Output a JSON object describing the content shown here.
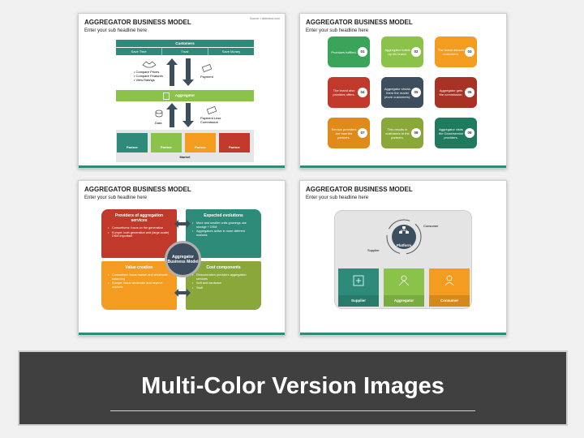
{
  "colors": {
    "teal": "#2e8b7a",
    "green": "#8bc34a",
    "orange": "#f39c1f",
    "red": "#c0392b",
    "navy": "#3d4e5e",
    "olive": "#8aa83a",
    "banner_bg": "#404040"
  },
  "slides": {
    "slide1": {
      "title": "AGGREGATOR BUSINESS MODEL",
      "subtitle": "Enter your sub headline here",
      "source": "Source: i slidesbox.com",
      "customers": "Customers",
      "cust_items": [
        "Save Time",
        "Trust",
        "Save Money"
      ],
      "left_notes": [
        "• Compare Prices",
        "• Compare Features",
        "• View Ratings"
      ],
      "payment": "Payment",
      "aggregator": "Aggregator",
      "data": "Data",
      "payment_less": "Payment Less",
      "commission": "Commission",
      "partners": [
        "Partner",
        "Partner",
        "Partner",
        "Partner"
      ],
      "market": "Market"
    },
    "slide2": {
      "title": "AGGREGATOR BUSINESS MODEL",
      "subtitle": "Enter your sub headline here",
      "tiles": [
        {
          "text": "Promises fulfilled.",
          "num": "01"
        },
        {
          "text": "Aggregator builds up his brand.",
          "num": "02"
        },
        {
          "text": "The brand attracts customers.",
          "num": "03"
        },
        {
          "text": "The brand also provides offers.",
          "num": "04"
        },
        {
          "text": "Aggregator shows them the model (more customers).",
          "num": "05"
        },
        {
          "text": "Aggregator gets the commission.",
          "num": "06"
        },
        {
          "text": "Service providers are now the partners.",
          "num": "07"
        },
        {
          "text": "This results in customers to the partners.",
          "num": "08"
        },
        {
          "text": "Aggregator visits the Good/service providers.",
          "num": "09"
        }
      ]
    },
    "slide3": {
      "title": "AGGREGATOR BUSINESS MODEL",
      "subtitle": "Enter your sub headline here",
      "center": "Aggregator Business Model",
      "quads": [
        {
          "head": "Providers of aggregation services",
          "items": [
            "Consortiums: focus on the generation",
            "Europe: both generation and (large-scale) DSM important"
          ]
        },
        {
          "head": "Expected evolutions",
          "items": [
            "More and smaller units growings use storage + DSM",
            "Aggregators active in more different markets"
          ]
        },
        {
          "head": "Value creation",
          "items": [
            "Consortium: focus market and wholesale balancing",
            "Europe: focus wholesale and reserve markets"
          ]
        },
        {
          "head": "Cost components",
          "items": [
            "Remuneration providers aggregation services",
            "Soft and hardware",
            "Staff"
          ]
        }
      ]
    },
    "slide4": {
      "title": "AGGREGATOR BUSINESS MODEL",
      "subtitle": "Enter your sub headline here",
      "platform": "Platform",
      "consumer_top": "Consumer",
      "supplier_side": "Supplier",
      "cards": [
        "Supplier",
        "Aggregator",
        "Consumer"
      ]
    }
  },
  "banner": {
    "title": "Multi-Color Version Images"
  }
}
